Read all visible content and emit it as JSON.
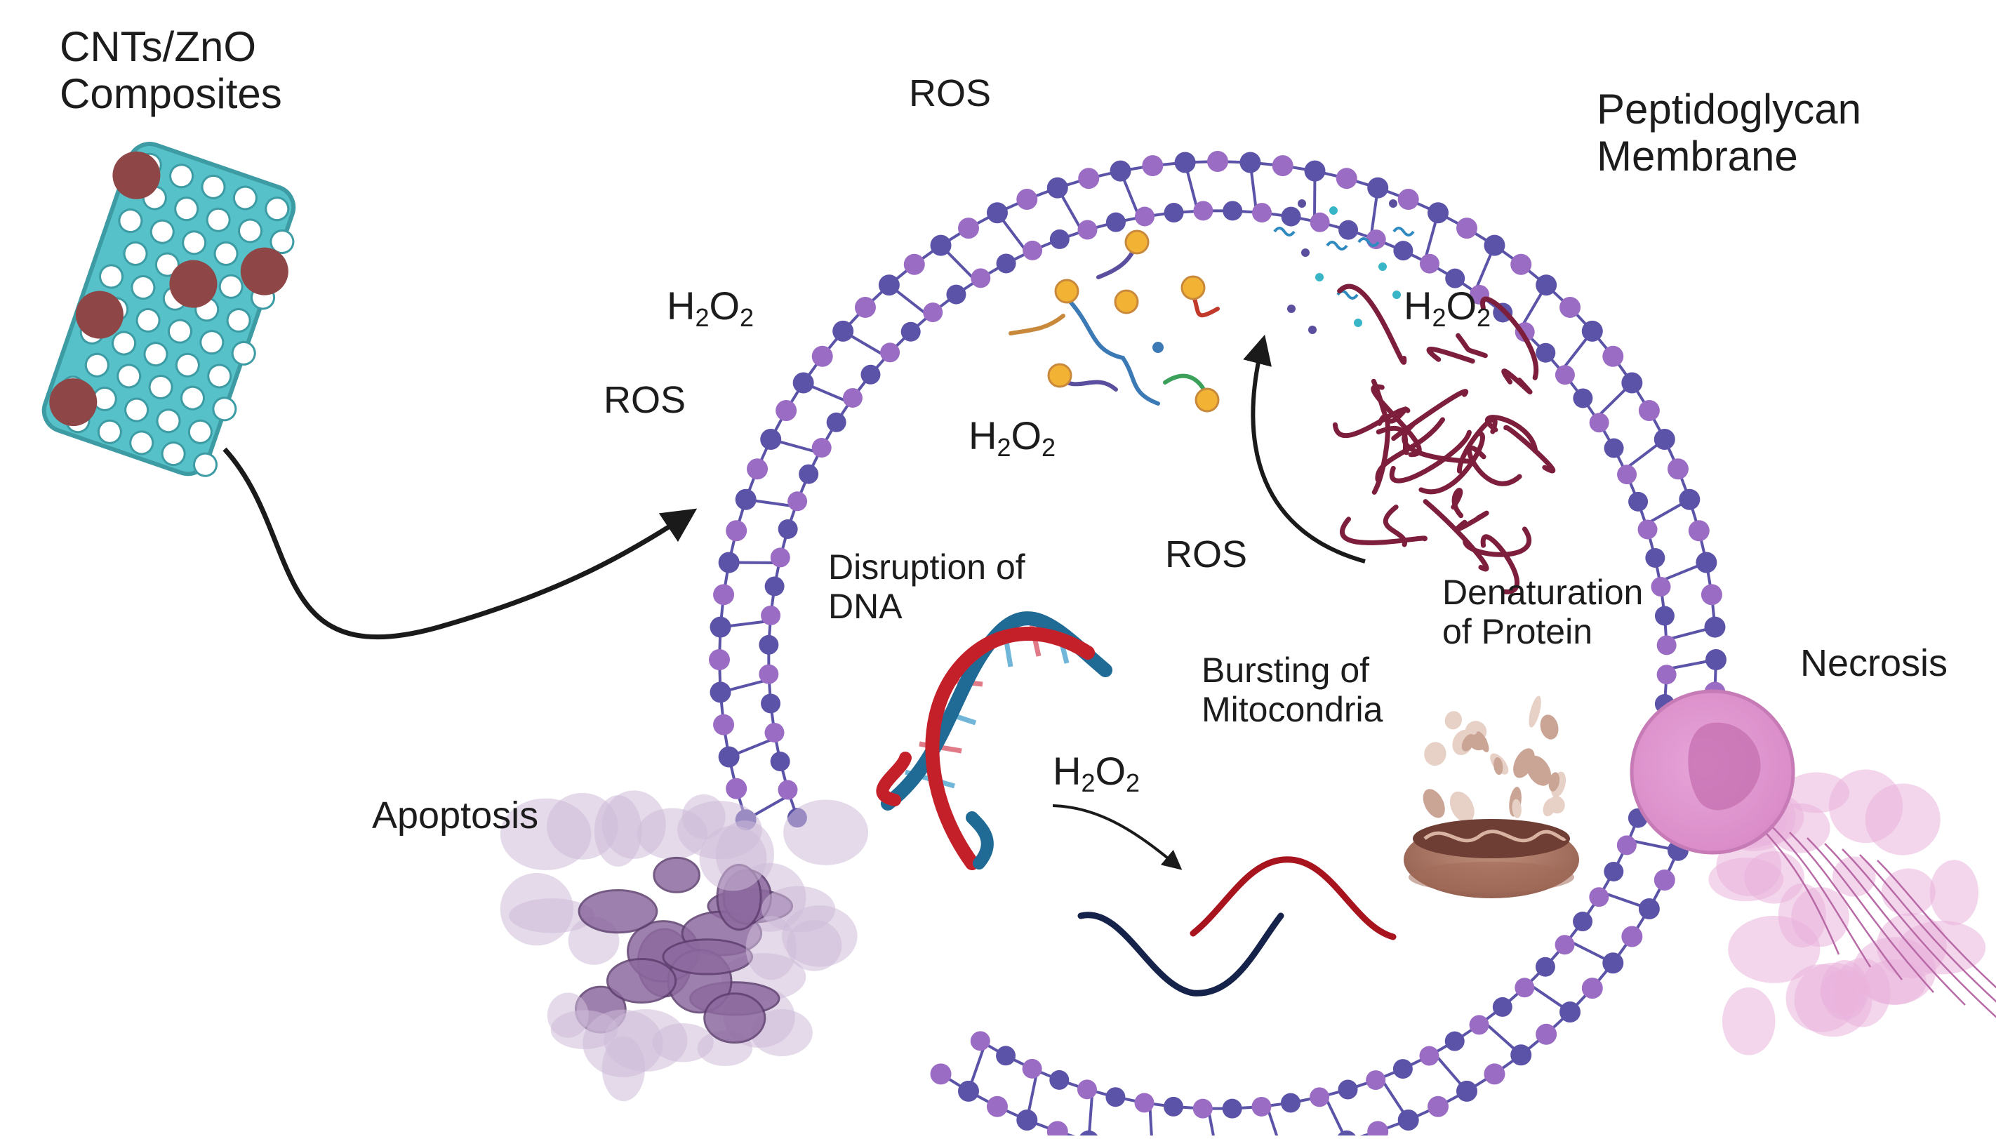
{
  "labels": {
    "composite": [
      "CNTs/ZnO",
      "Composites"
    ],
    "membrane": [
      "Peptidoglycan",
      "Membrane"
    ],
    "dna": [
      "Disruption of",
      "DNA"
    ],
    "protein": [
      "Denaturation",
      "of Protein"
    ],
    "mitochondria": [
      "Bursting of",
      "Mitocondria"
    ],
    "apoptosis": "Apoptosis",
    "necrosis": "Necrosis",
    "ros": "ROS",
    "h2o2": {
      "base1": "H",
      "sub1": "2",
      "base2": "O",
      "sub2": "2"
    }
  },
  "colors": {
    "membrane_dark": "#5b53a8",
    "membrane_light": "#9a6cc4",
    "dna_red": "#c4202a",
    "dna_blue": "#1f6b96",
    "protein": "#7d1f3c",
    "apoptosis": "#8d6a9f",
    "necrosis": "#d98fc6",
    "cnt": "#5fc9cf",
    "zno": "#8e4646",
    "arrow": "#1a1a1a"
  }
}
